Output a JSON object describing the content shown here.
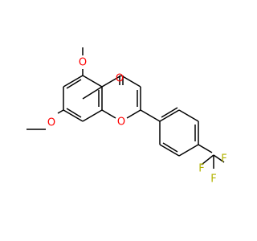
{
  "molecule": {
    "atoms": {
      "o_carbonyl": {
        "symbol": "O",
        "color": "#ff0000"
      },
      "o_methoxy5": {
        "symbol": "O",
        "color": "#ff0000"
      },
      "o_methoxy7": {
        "symbol": "O",
        "color": "#ff0000"
      },
      "o_ring": {
        "symbol": "O",
        "color": "#ff0000"
      },
      "f_top": {
        "symbol": "F",
        "color": "#b3b300"
      },
      "f_left": {
        "symbol": "F",
        "color": "#b3b300"
      },
      "f_right": {
        "symbol": "F",
        "color": "#b3b300"
      }
    },
    "bond_color": "#000000"
  }
}
